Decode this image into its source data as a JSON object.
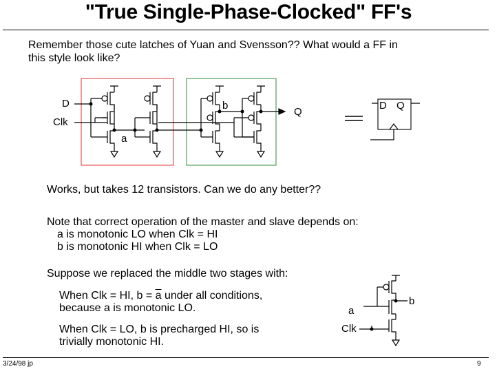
{
  "title": "\"True Single-Phase-Clocked\" FF's",
  "intro": {
    "line1": "Remember those cute latches of Yuan and Svensson??  What would a FF in",
    "line2": "this style look like?"
  },
  "circuit_labels": {
    "d": "D",
    "clk": "Clk",
    "a": "a",
    "b": "b",
    "q": "Q",
    "equals": "=",
    "ff_d": "D",
    "ff_q": "Q"
  },
  "works_text": "Works, but takes 12 transistors.  Can we do any better??",
  "note": {
    "line1": "Note that correct operation of the master and slave depends on:",
    "line2": "a is monotonic LO when Clk = HI",
    "line3": "b is monotonic HI when Clk = LO"
  },
  "suppose": "Suppose we replaced the middle two stages with:",
  "when_hi": {
    "prefix": "When Clk = HI, b = ",
    "overbar_var": "a",
    "suffix": " under all conditions,",
    "line2": "because a is monotonic LO."
  },
  "when_lo": {
    "line1": "When Clk = LO, b is precharged HI, so is",
    "line2": "trivially monotonic HI."
  },
  "small_circuit": {
    "a": "a",
    "b": "b",
    "clk": "Clk"
  },
  "footer": {
    "left": "3/24/98  jp",
    "right": "9"
  },
  "colors": {
    "master_box": "#e03030",
    "slave_box": "#2e8b3a"
  }
}
